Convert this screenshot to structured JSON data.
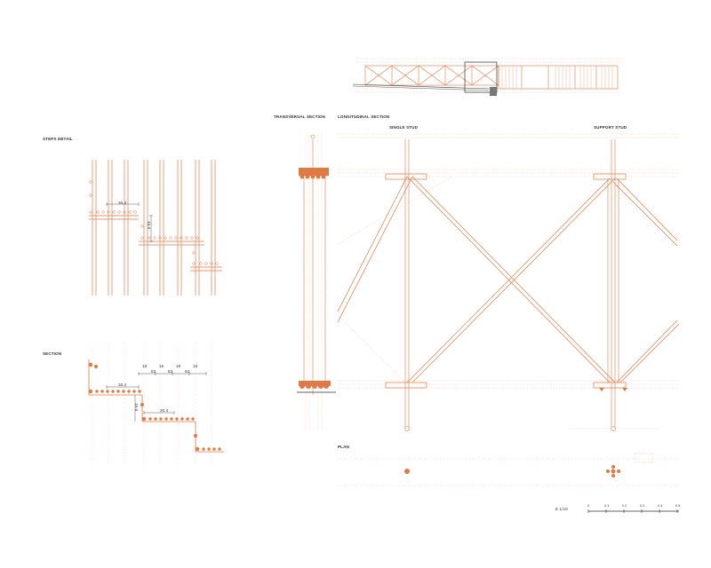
{
  "labels": {
    "transversal_section": "TRANSVERSAL SECTION",
    "longitudinal_section": "LONGITUDINAL SECTION",
    "single_stud": "SINGLE STUD",
    "support_stud": "SUPPORT STUD",
    "steps_detail": "STEPS DETAIL",
    "section": "SECTION",
    "plan": "PLAN",
    "scale": "E 1/10"
  },
  "dimensions": {
    "step_width": "30.4",
    "step_rise": "15.0",
    "spacing_a": "16",
    "spacing_b": "83"
  },
  "scale_bar": {
    "ticks": [
      "0",
      "0.1",
      "0.2",
      "0.3",
      "0.4",
      "0.5"
    ]
  },
  "colors": {
    "accent": "#e07a45",
    "accent_light": "#f3c4a5",
    "dark": "#333333"
  }
}
